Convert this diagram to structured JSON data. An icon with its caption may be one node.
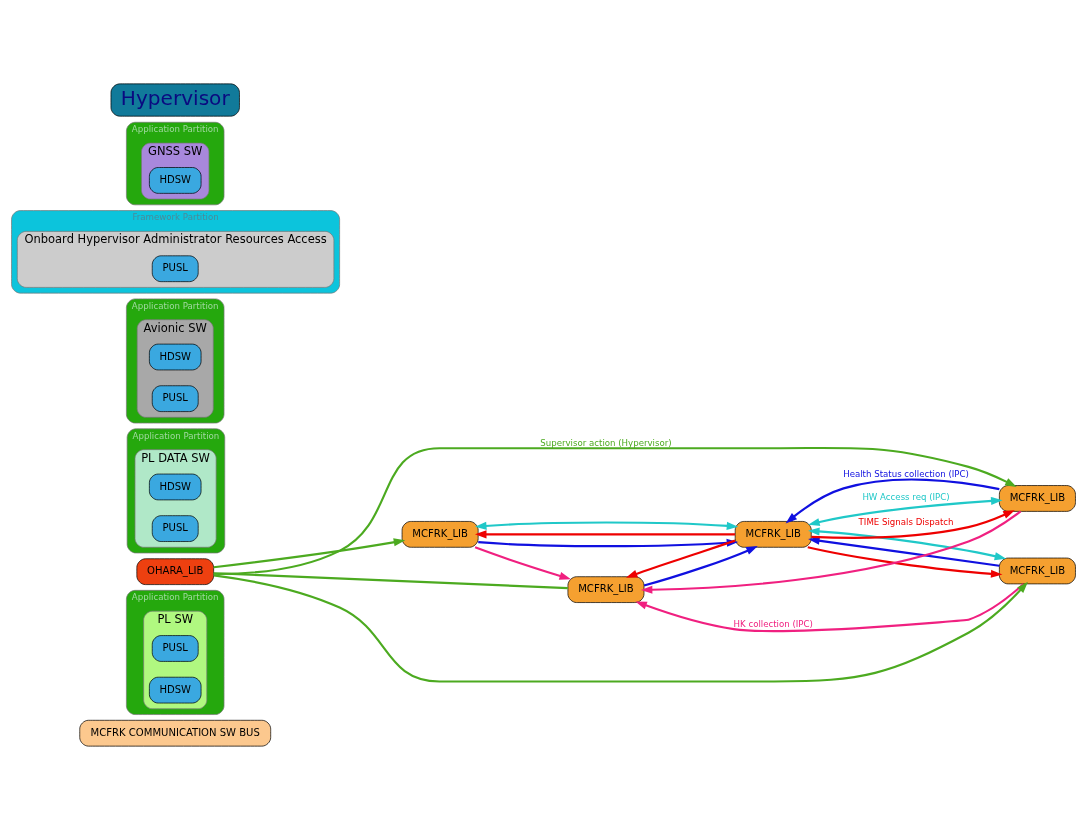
{
  "diagram": {
    "nodes": [
      {
        "text": [
          "MCFRK COMMUNICATION SW BUS"
        ]
      },
      {
        "text": [
          "Application Partition"
        ]
      },
      {
        "text": [
          "PL SW"
        ],
        "in": 1
      },
      {
        "text": [
          "PUSL"
        ],
        "in": 2
      },
      {
        "text": [
          "HDSW"
        ],
        "in": 2
      },
      {
        "text": [
          "MCFRK_LIB"
        ]
      },
      {
        "text": [
          "Application Partition"
        ]
      },
      {
        "text": [
          "PL DATA SW"
        ],
        "in": 6
      },
      {
        "text": [
          "HDSW"
        ],
        "in": 7
      },
      {
        "text": [
          "PUSL"
        ],
        "in": 7
      },
      {
        "text": [
          "MCFRK_LIB"
        ]
      },
      {
        "text": [
          "Application Partition"
        ]
      },
      {
        "text": [
          "Avionic SW"
        ],
        "in": 11
      },
      {
        "text": [
          "HDSW"
        ],
        "in": 12
      },
      {
        "text": [
          "PUSL"
        ],
        "in": 12
      },
      {
        "text": [
          "MCFRK_LIB"
        ]
      },
      {
        "text": [
          "Framework Partition"
        ]
      },
      {
        "text": [
          "Onboard Hypervisor Administrator Resources Access"
        ],
        "in": 16
      },
      {
        "text": [
          "PUSL"
        ],
        "in": 17
      },
      {
        "text": [
          "MCFRK_LIB"
        ]
      },
      {
        "text": [
          "OHARA_LIB"
        ]
      },
      {
        "text": [
          "Application Partition"
        ]
      },
      {
        "text": [
          "GNSS SW"
        ],
        "in": 21
      },
      {
        "text": [
          "HDSW"
        ],
        "in": 22
      },
      {
        "text": [
          "MCFRK_LIB"
        ]
      },
      {
        "text": [
          "Hypervisor"
        ]
      }
    ],
    "edges": [
      {
        "from": 5,
        "to": 15,
        "arrow": "to",
        "color": "#f02080"
      },
      {
        "from": 10,
        "to": 15,
        "arrow": "to",
        "label": "HK collection (IPC)",
        "color": "#f02080"
      },
      {
        "from": 24,
        "to": 15,
        "arrow": "to",
        "color": "#f02080"
      },
      {
        "from": 19,
        "to": 5,
        "arrow": "to",
        "color": "#ee0000"
      },
      {
        "from": 19,
        "to": 10,
        "arrow": "to",
        "color": "#ee0000"
      },
      {
        "from": 19,
        "to": 15,
        "arrow": "to",
        "color": "#ee0000"
      },
      {
        "from": 19,
        "to": 24,
        "arrow": "to",
        "label": "TIME Signals Dispatch",
        "color": "#ee0000"
      },
      {
        "from": 5,
        "to": 19,
        "arrow": "to",
        "color": "#1010e0"
      },
      {
        "from": 10,
        "to": 19,
        "arrow": "to",
        "color": "#1010e0"
      },
      {
        "from": 15,
        "to": 19,
        "arrow": "to",
        "color": "#1010e0"
      },
      {
        "from": 24,
        "to": 19,
        "arrow": "to",
        "label": "Health Status collection (IPC)",
        "color": "#1010e0"
      },
      {
        "from": 5,
        "to": 19,
        "arrow": "both",
        "color": "#20c8c8"
      },
      {
        "from": 10,
        "to": 19,
        "arrow": "both",
        "color": "#20c8c8"
      },
      {
        "from": 24,
        "to": 19,
        "arrow": "both",
        "label": "HW Access req (IPC)",
        "color": "#20c8c8"
      },
      {
        "from": 20,
        "to": 5,
        "arrow": "to",
        "color": "#4caa20"
      },
      {
        "from": 20,
        "to": 10,
        "arrow": "to",
        "color": "#4caa20"
      },
      {
        "from": 20,
        "to": 15,
        "arrow": "none",
        "color": "#4caa20"
      },
      {
        "from": 20,
        "to": 24,
        "arrow": "to",
        "label": "Supervisor action (Hypervisor)",
        "color": "#4caa20"
      }
    ]
  }
}
